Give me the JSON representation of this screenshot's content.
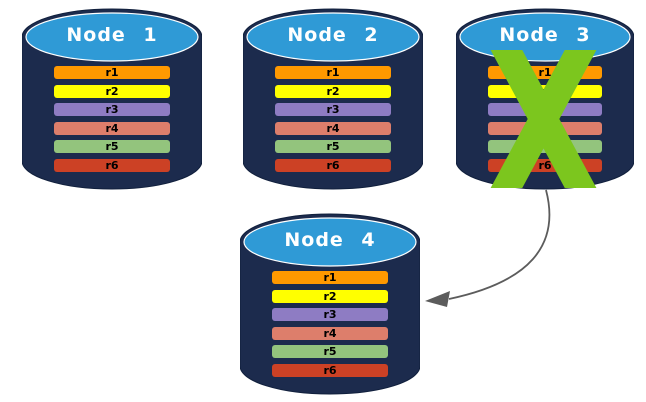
{
  "colors": {
    "background": "#FFFFFF",
    "cylinder_body": "#1C2B4D",
    "cylinder_outline": "#101F3C",
    "cylinder_top": "#2F9AD6",
    "cylinder_top_rim": "#FFFFFF",
    "node_title_text": "#FFFFFF",
    "bar_text": "#000000",
    "failure_x": "#7CC61E",
    "arrow": "#5C5C5C"
  },
  "nodes": [
    {
      "label": "Node 1",
      "failed": false,
      "rows": [
        {
          "label": "r1",
          "color": "#FF9900"
        },
        {
          "label": "r2",
          "color": "#FFFF00"
        },
        {
          "label": "r3",
          "color": "#8E7CC3"
        },
        {
          "label": "r4",
          "color": "#DD7E6B"
        },
        {
          "label": "r5",
          "color": "#93C47D"
        },
        {
          "label": "r6",
          "color": "#CC4125"
        }
      ]
    },
    {
      "label": "Node 2",
      "failed": false,
      "rows": [
        {
          "label": "r1",
          "color": "#FF9900"
        },
        {
          "label": "r2",
          "color": "#FFFF00"
        },
        {
          "label": "r3",
          "color": "#8E7CC3"
        },
        {
          "label": "r4",
          "color": "#DD7E6B"
        },
        {
          "label": "r5",
          "color": "#93C47D"
        },
        {
          "label": "r6",
          "color": "#CC4125"
        }
      ]
    },
    {
      "label": "Node 3",
      "failed": true,
      "rows": [
        {
          "label": "r1",
          "color": "#FF9900"
        },
        {
          "label": "r2",
          "color": "#FFFF00"
        },
        {
          "label": "r3",
          "color": "#8E7CC3"
        },
        {
          "label": "r4",
          "color": "#DD7E6B"
        },
        {
          "label": "r5",
          "color": "#93C47D"
        },
        {
          "label": "r6",
          "color": "#CC4125"
        }
      ]
    },
    {
      "label": "Node 4",
      "failed": false,
      "rows": [
        {
          "label": "r1",
          "color": "#FF9900"
        },
        {
          "label": "r2",
          "color": "#FFFF00"
        },
        {
          "label": "r3",
          "color": "#8E7CC3"
        },
        {
          "label": "r4",
          "color": "#DD7E6B"
        },
        {
          "label": "r5",
          "color": "#93C47D"
        },
        {
          "label": "r6",
          "color": "#CC4125"
        }
      ]
    }
  ],
  "arrow": {
    "from": "Node 3",
    "to": "Node 4"
  }
}
